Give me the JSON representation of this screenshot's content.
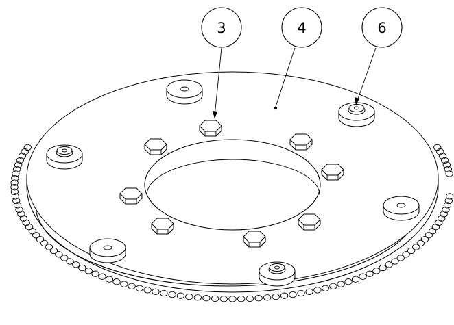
{
  "callouts": [
    {
      "id": "c3",
      "label": "3"
    },
    {
      "id": "c4",
      "label": "4"
    },
    {
      "id": "c6",
      "label": "6"
    }
  ],
  "colors": {
    "line": "#000000",
    "background": "#ffffff"
  }
}
